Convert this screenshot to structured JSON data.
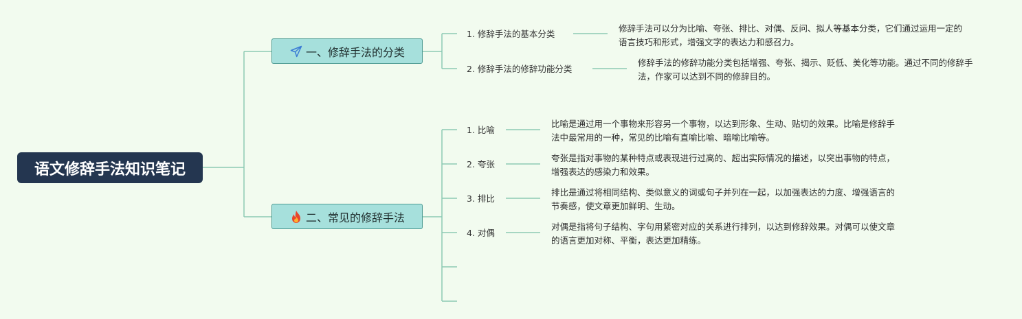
{
  "root": {
    "title": "语文修辞手法知识笔记"
  },
  "branches": [
    {
      "label": "一、修辞手法的分类",
      "icon": "paper-plane-icon",
      "items": [
        {
          "label": "1. 修辞手法的基本分类",
          "desc": "修辞手法可以分为比喻、夸张、排比、对偶、反问、拟人等基本分类，它们通过运用一定的语言技巧和形式，增强文字的表达力和感召力。"
        },
        {
          "label": "2. 修辞手法的修辞功能分类",
          "desc": "修辞手法的修辞功能分类包括增强、夸张、揭示、贬低、美化等功能。通过不同的修辞手法，作家可以达到不同的修辞目的。"
        }
      ]
    },
    {
      "label": "二、常见的修辞手法",
      "icon": "fire-icon",
      "items": [
        {
          "label": "1. 比喻",
          "desc": "比喻是通过用一个事物来形容另一个事物，以达到形象、生动、贴切的效果。比喻是修辞手法中最常用的一种，常见的比喻有直喻比喻、暗喻比喻等。"
        },
        {
          "label": "2. 夸张",
          "desc": "夸张是指对事物的某种特点或表现进行过高的、超出实际情况的描述，以突出事物的特点，增强表达的感染力和效果。"
        },
        {
          "label": "3. 排比",
          "desc": "排比是通过将相同结构、类似意义的词或句子并列在一起，以加强表达的力度、增强语言的节奏感，使文章更加鲜明、生动。"
        },
        {
          "label": "4. 对偶",
          "desc": "对偶是指将句子结构、字句用紧密对应的关系进行排列，以达到修辞效果。对偶可以使文章的语言更加对称、平衡，表达更加精练。"
        }
      ]
    }
  ],
  "colors": {
    "background": "#f2fbef",
    "root_fill": "#243650",
    "branch_fill": "#a6e0dc",
    "branch_border": "#4c9a92",
    "connector": "#8cc9b4"
  }
}
